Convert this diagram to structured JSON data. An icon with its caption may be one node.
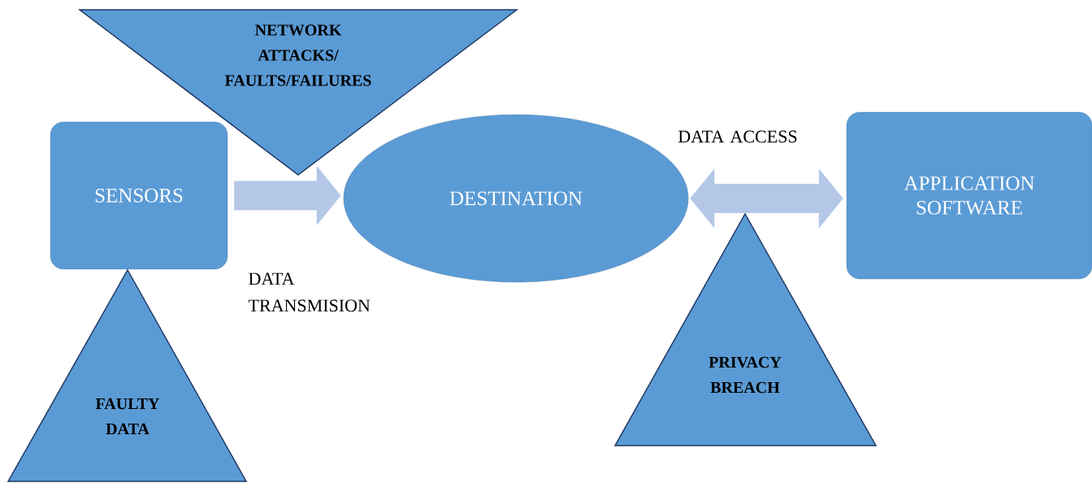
{
  "diagram": {
    "nodes": [
      {
        "text": [
          "SENSORS"
        ]
      },
      {
        "text": [
          "NETWORK ATTACKS/ FAULTS/FAILURES"
        ]
      },
      {
        "text": [
          "DESTINATION"
        ]
      },
      {
        "text": [
          "APPLICATION SOFTWARE"
        ]
      },
      {
        "text": [
          "FAULTY DATA"
        ]
      },
      {
        "text": [
          "PRIVACY BREACH"
        ]
      }
    ],
    "edges": [
      {
        "from": 0,
        "to": 2,
        "arrow": "to",
        "label": "DATA TRANSMISION"
      },
      {
        "from": 2,
        "to": 3,
        "arrow": "both",
        "label": "DATA ACCESS"
      }
    ]
  }
}
